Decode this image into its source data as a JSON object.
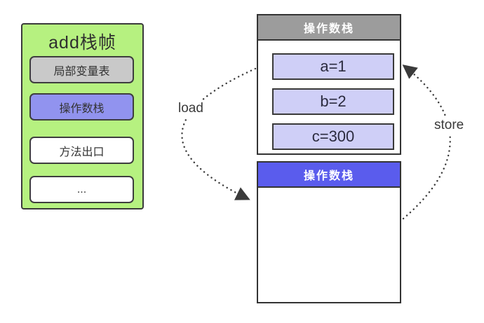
{
  "frame": {
    "title": "add栈帧",
    "panel_bg": "#b6f180",
    "items": [
      {
        "label": "局部变量表",
        "bg": "#c9c9c9"
      },
      {
        "label": "操作数栈",
        "bg": "#9193ef"
      },
      {
        "label": "方法出口",
        "bg": "#ffffff"
      },
      {
        "label": "...",
        "bg": "#ffffff"
      }
    ]
  },
  "stack_a": {
    "header": "操作数栈",
    "header_bg": "#9c9c9c",
    "values": [
      "a=1",
      "b=2",
      "c=300"
    ],
    "value_bg": "#cfcff7"
  },
  "stack_b": {
    "header": "操作数栈",
    "header_bg": "#5a5ced"
  },
  "arrows": {
    "load_label": "load",
    "store_label": "store",
    "color": "#3b3b3b"
  }
}
